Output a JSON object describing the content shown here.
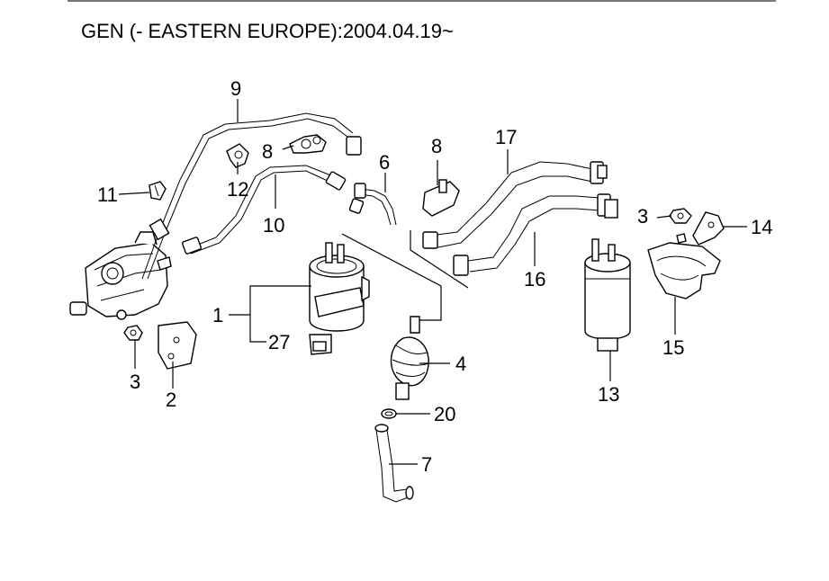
{
  "header": {
    "title": "GEN (- EASTERN EUROPE):2004.04.19~"
  },
  "callouts": {
    "c1": "1",
    "c2": "2",
    "c3a": "3",
    "c3b": "3",
    "c4": "4",
    "c6": "6",
    "c7": "7",
    "c8a": "8",
    "c8b": "8",
    "c9": "9",
    "c10": "10",
    "c11": "11",
    "c12": "12",
    "c13": "13",
    "c14": "14",
    "c15": "15",
    "c16": "16",
    "c17": "17",
    "c20": "20",
    "c27": "27"
  }
}
